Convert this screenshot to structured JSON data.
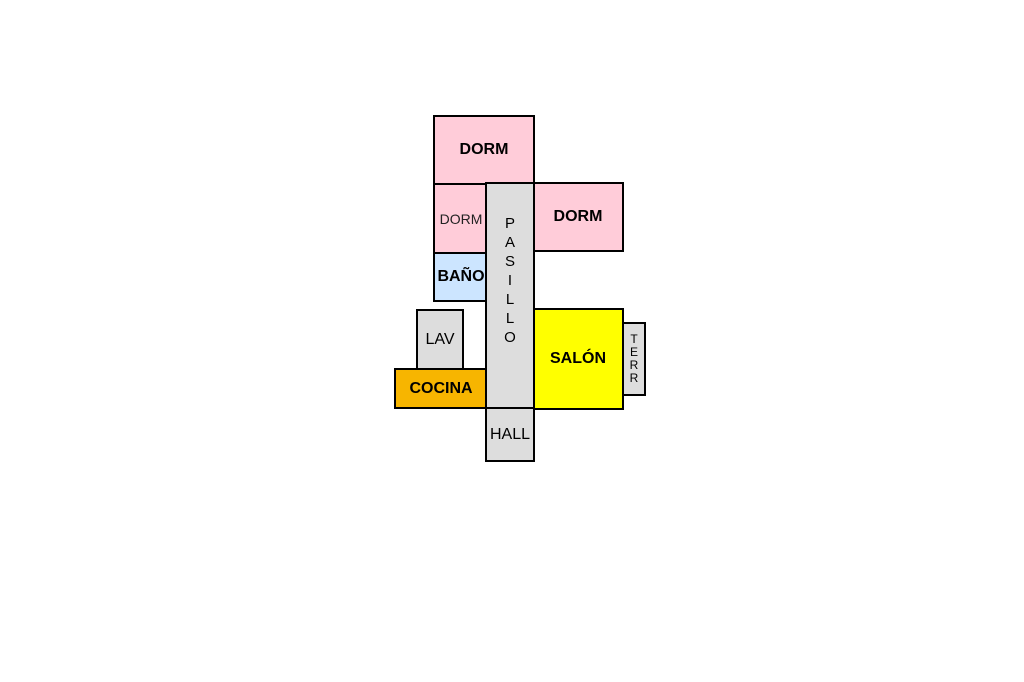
{
  "floorplan": {
    "rooms": {
      "dorm_top": {
        "label": "DORM",
        "color": "#FFCCD9"
      },
      "dorm_left": {
        "label": "DORM",
        "color": "#FFCCD9"
      },
      "dorm_right": {
        "label": "DORM",
        "color": "#FFCCD9"
      },
      "bano": {
        "label": "BAÑO",
        "color": "#CCE5FF"
      },
      "pasillo": {
        "label": "PASILLO",
        "letters": [
          "P",
          "A",
          "S",
          "I",
          "L",
          "L",
          "O"
        ],
        "color": "#DDDDDD"
      },
      "lav": {
        "label": "LAV",
        "color": "#DDDDDD"
      },
      "cocina": {
        "label": "COCINA",
        "color": "#F7B500"
      },
      "salon": {
        "label": "SALÓN",
        "color": "#FFFF00"
      },
      "terr": {
        "label": "TERR",
        "letters": [
          "T",
          "E",
          "R",
          "R"
        ],
        "color": "#DDDDDD"
      },
      "hall": {
        "label": "HALL",
        "color": "#DDDDDD"
      }
    }
  }
}
